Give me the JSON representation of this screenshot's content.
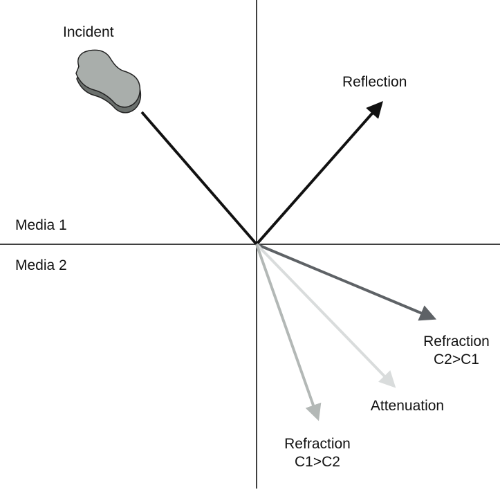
{
  "labels": {
    "incident": "Incident",
    "reflection": "Reflection",
    "media_1": "Media 1",
    "media_2": "Media 2",
    "refraction_c2_line1": "Refraction",
    "refraction_c2_line2": "C2>C1",
    "attenuation": "Attenuation",
    "refraction_c1_line1": "Refraction",
    "refraction_c1_line2": "C1>C2"
  },
  "colors": {
    "axes": "#000000",
    "incident": "#111111",
    "reflection": "#111111",
    "refraction_c2_gt_c1": "#5e6266",
    "attenuation": "#d9dcdc",
    "refraction_c1_gt_c2": "#b3b8b6",
    "transducer_face": "#a9aeab",
    "transducer_side": "#6b706d"
  },
  "icons": {
    "transducer": "ultrasound-probe-icon"
  }
}
